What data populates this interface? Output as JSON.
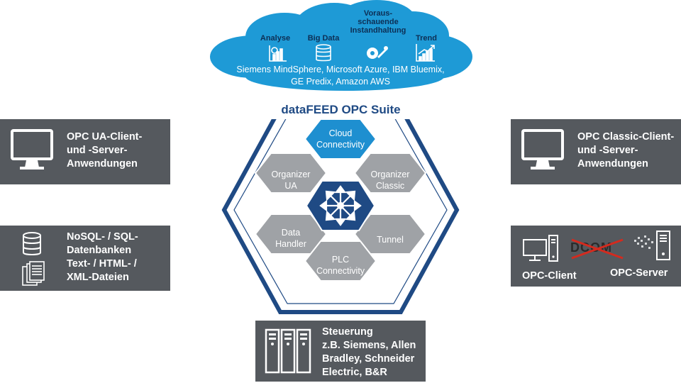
{
  "cloud": {
    "categories": [
      {
        "label": "Analyse",
        "icon": "analysis-chart-icon"
      },
      {
        "label": "Big Data",
        "icon": "database-icon"
      },
      {
        "label_lines": [
          "Voraus-",
          "schauende",
          "Instandhaltung"
        ],
        "icon": "gear-wrench-icon"
      },
      {
        "label": "Trend",
        "icon": "trend-chart-icon"
      }
    ],
    "platforms_line1": "Siemens MindSphere, Microsoft Azure, IBM Bluemix,",
    "platforms_line2": "GE Predix, Amazon AWS"
  },
  "suite": {
    "title": "dataFEED OPC Suite",
    "modules": {
      "cloud": [
        "Cloud",
        "Connectivity"
      ],
      "organizer_ua": [
        "Organizer",
        "UA"
      ],
      "organizer_classic": [
        "Organizer",
        "Classic"
      ],
      "data_handler": [
        "Data",
        "Handler"
      ],
      "tunnel": [
        "Tunnel"
      ],
      "plc": [
        "PLC",
        "Connectivity"
      ]
    },
    "center_icon": "network-arrows-icon"
  },
  "left_boxes": {
    "opc_ua": [
      "OPC UA-Client-",
      "und -Server-",
      "Anwendungen"
    ],
    "databases": [
      "NoSQL- / SQL-",
      "Datenbanken",
      "Text- / HTML- /",
      "XML-Dateien"
    ]
  },
  "right_boxes": {
    "opc_classic": [
      "OPC Classic-Client-",
      "und -Server-",
      "Anwendungen"
    ],
    "dcom_label": "DCOM",
    "opc_client": "OPC-Client",
    "opc_server": "OPC-Server"
  },
  "bottom_box": {
    "title": "Steuerung",
    "lines": [
      "z.B. Siemens, Allen",
      "Bradley, Schneider",
      "Electric, B&R"
    ]
  },
  "colors": {
    "cloud": "#1e9ad6",
    "cloud_label": "#0d2f55",
    "hex_frame": "#1f4a84",
    "hex_gray": "#9fa2a6",
    "hex_blue": "#1e8fd0",
    "center_hex": "#1f4a84",
    "box_gray": "#55595e",
    "dcom_cross": "#d42a1e"
  }
}
